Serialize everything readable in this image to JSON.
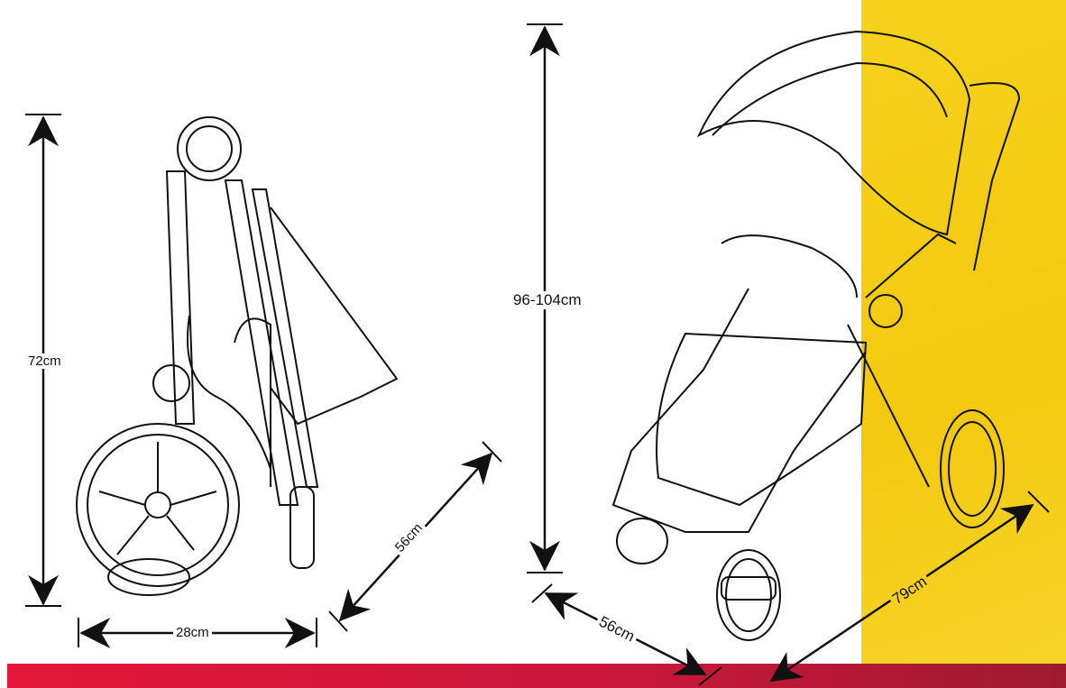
{
  "dimensions": {
    "folded_height": "72cm",
    "folded_width": "28cm",
    "folded_depth": "56cm",
    "open_height": "96-104cm",
    "open_width": "56cm",
    "open_length": "79cm"
  },
  "colors": {
    "accent_yellow": "#f5cf1a",
    "bar_red": "#d0173a",
    "line": "#111111"
  }
}
